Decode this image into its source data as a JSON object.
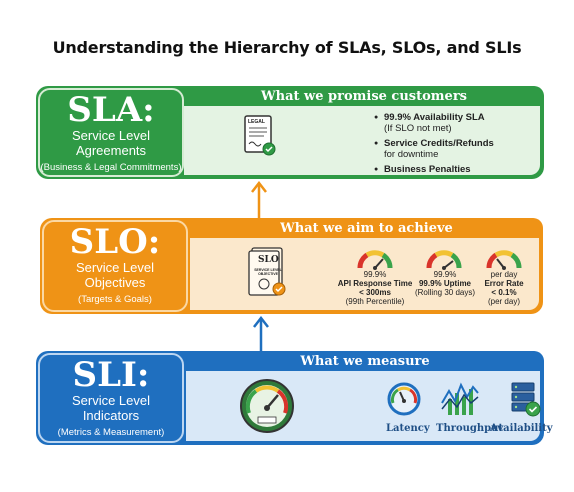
{
  "title": "Understanding the Hierarchy of SLAs, SLOs, and SLIs",
  "colors": {
    "sla": "#2f9a45",
    "slo": "#ef9316",
    "sli": "#1f6fbf"
  },
  "sla": {
    "acronym": "SLA:",
    "name_line1": "Service Level",
    "name_line2": "Agreements",
    "note": "(Business & Legal Commitments)",
    "header": "What we promise customers",
    "doc_label": "LEGAL",
    "bullets": [
      {
        "bold": "99.9% Availability SLA",
        "rest": "(If SLO not met)"
      },
      {
        "bold": "Service Credits/Refunds",
        "rest": "for downtime"
      },
      {
        "bold": "Business Penalties",
        "rest": ""
      }
    ]
  },
  "slo": {
    "acronym": "SLO:",
    "name_line1": "Service Level",
    "name_line2": "Objectives",
    "note": "(Targets & Goals)",
    "header": "What we aim to achieve",
    "doc_label": "SLO",
    "doc_sub": "SERVICE LEVEL OBJECTIVE",
    "gauges": [
      {
        "top": "99.9%",
        "l1": "API Response Time",
        "l2": "< 300ms",
        "l3": "(99th Percentile)"
      },
      {
        "top": "99.9%",
        "l1": "99.9% Uptime",
        "l2": "(Rolling 30 days)",
        "l3": ""
      },
      {
        "top": "per day",
        "l1": "Error Rate",
        "l2": "< 0.1%",
        "l3": "(per day)"
      }
    ]
  },
  "sli": {
    "acronym": "SLI:",
    "name_line1": "Service Level",
    "name_line2": "Indicators",
    "note": "(Metrics & Measurement)",
    "header": "What we measure",
    "metrics": [
      "Latency",
      "Throughput",
      "Availability"
    ]
  }
}
